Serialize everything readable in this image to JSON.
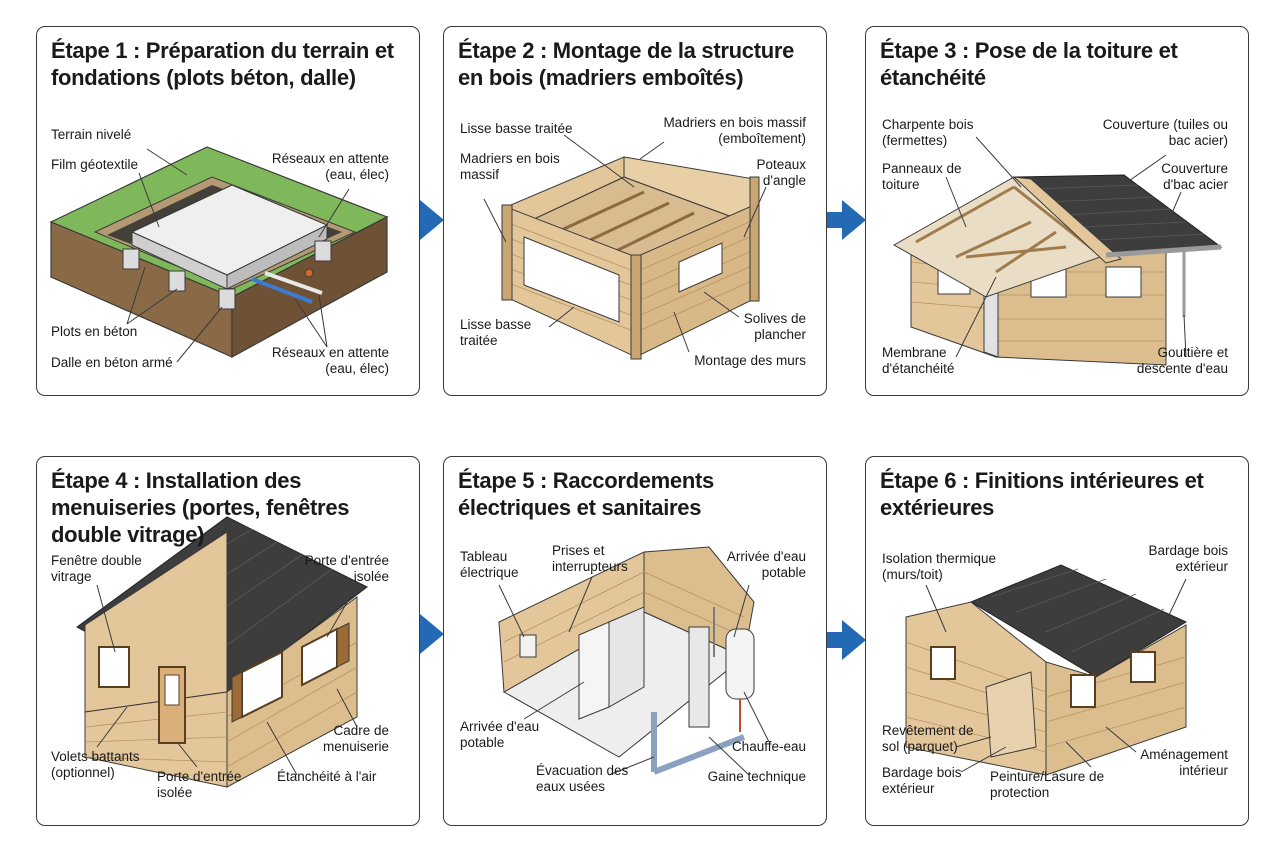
{
  "colors": {
    "wood": "#e3c79b",
    "wood_dark": "#b89163",
    "roof": "#3d3d3d",
    "grass": "#7fb85a",
    "soil": "#8a6a46",
    "concrete": "#e8e8e8",
    "arrow": "#2369b3",
    "outline": "#3a3a3a"
  },
  "steps": [
    {
      "title": "Étape 1 : Préparation du terrain et fondations (plots béton, dalle)",
      "labels": [
        "Terrain nivelé",
        "Film géotextile",
        "Réseaux en attente (eau, élec)",
        "Plots en béton",
        "Dalle en béton armé",
        "Réseaux en attente (eau, élec)"
      ]
    },
    {
      "title": "Étape 2 : Montage de la structure en bois (madriers emboîtés)",
      "labels": [
        "Lisse basse traitée",
        "Madriers en bois massif (emboîtement)",
        "Madriers en bois massif",
        "Poteaux d'angle",
        "Lisse basse traitée",
        "Solives de plancher",
        "Montage des murs"
      ]
    },
    {
      "title": "Étape 3 : Pose de la toiture et étanchéité",
      "labels": [
        "Charpente bois (fermettes)",
        "Couverture (tuiles ou bac acier)",
        "Panneaux de toiture",
        "Couverture d'bac acier",
        "Membrane d'étanchéité",
        "Gouttière et descente d'eau"
      ]
    },
    {
      "title": "Étape 4 : Installation des menuiseries (portes, fenêtres double vitrage)",
      "labels": [
        "Fenêtre double vitrage",
        "Porte d'entrée isolée",
        "Cadre de menuiserie",
        "Volets battants (optionnel)",
        "Porte d'entrée isolée",
        "Étanchéité à l'air"
      ]
    },
    {
      "title": "Étape 5 : Raccordements électriques et sanitaires",
      "labels": [
        "Tableau électrique",
        "Prises et interrupteurs",
        "Arrivée d'eau potable",
        "Arrivée d'eau potable",
        "Chauffe-eau",
        "Évacuation des eaux usées",
        "Gaine technique"
      ]
    },
    {
      "title": "Étape 6 : Finitions intérieures et extérieures",
      "labels": [
        "Isolation thermique (murs/toit)",
        "Bardage bois extérieur",
        "Revêtement de sol (parquet)",
        "Bardage bois extérieur",
        "Aménagement intérieur",
        "Peinture/Lasure de protection"
      ]
    }
  ]
}
